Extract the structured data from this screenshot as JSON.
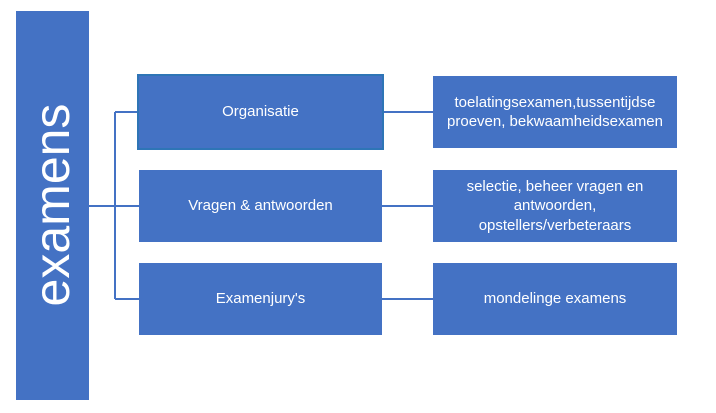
{
  "diagram": {
    "root": {
      "label": "examens"
    },
    "branches": [
      {
        "label": "Organisatie",
        "detail": "toelatingsexamen,tussentijdse proeven, bekwaamheidsexamen"
      },
      {
        "label": "Vragen & antwoorden",
        "detail": "selectie, beheer vragen en antwoorden, opstellers/verbeteraars"
      },
      {
        "label": "Examenjury's",
        "detail": "mondelinge examens"
      }
    ]
  },
  "colors": {
    "box_fill": "#4472c4",
    "connector": "#4472c4",
    "selection_outline": "#2e75b6",
    "text": "#ffffff"
  }
}
